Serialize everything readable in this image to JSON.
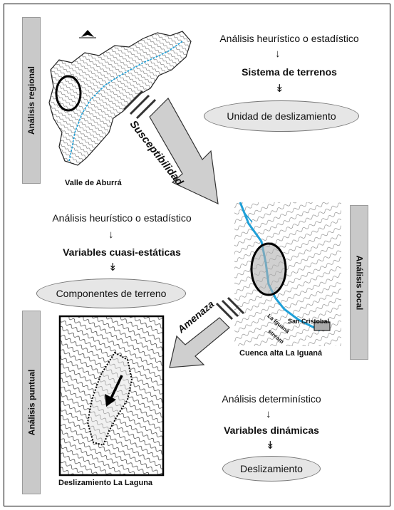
{
  "regional": {
    "side_label": "Análisis regional",
    "method": "Análisis heurístico o estadístico",
    "variables": "Sistema de terrenos",
    "unit": "Unidad de deslizamiento",
    "map_caption": "Valle de Aburrá"
  },
  "local": {
    "side_label": "Análisis local",
    "method": "Análisis heurístico o estadístico",
    "variables": "Variables cuasi-estáticas",
    "unit": "Componentes de terreno",
    "map_caption": "Cuenca alta La Iguaná",
    "map_label_town": "San Cristobal",
    "map_label_stream_1": "La Iguaná",
    "map_label_stream_2": "stream"
  },
  "puntual": {
    "side_label": "Análisis puntual",
    "method": "Análisis determinístico",
    "variables": "Variables dinámicas",
    "unit": "Deslizamiento",
    "map_caption": "Deslizamiento La Laguna"
  },
  "arrows": {
    "upper": "Susceptibilidad",
    "lower": "Amenaza"
  },
  "colors": {
    "label_bar": "#c9c9c9",
    "ellipse_fill": "#e6e6e6",
    "stream": "#1fa0d8",
    "big_arrow_fill": "#cfcfcf"
  }
}
